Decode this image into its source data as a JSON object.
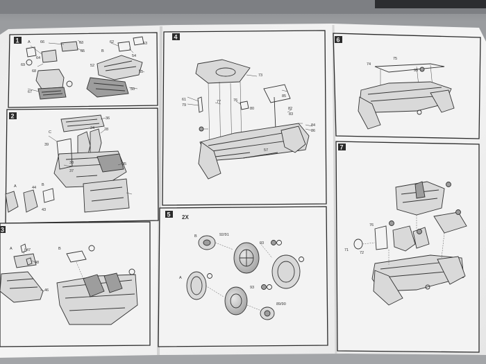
{
  "steps": [
    {
      "number": "1",
      "labels": [
        "A",
        "66",
        "63",
        "65",
        "64",
        "69",
        "68",
        "67",
        "62",
        "B",
        "53",
        "54",
        "52",
        "51",
        "50"
      ]
    },
    {
      "number": "2",
      "labels": [
        "C",
        "36",
        "24",
        "28",
        "39",
        "38",
        "37",
        "35",
        "A",
        "44",
        "B",
        "43"
      ]
    },
    {
      "number": "3",
      "labels": [
        "A",
        "47",
        "48",
        "46",
        "B"
      ]
    },
    {
      "number": "4",
      "labels": [
        "73",
        "61",
        "79",
        "77",
        "76",
        "80",
        "85",
        "82",
        "83",
        "84",
        "86",
        "57"
      ]
    },
    {
      "number": "5",
      "labels": [
        "2X",
        "B",
        "92/91",
        "93",
        "A",
        "89/90"
      ]
    },
    {
      "number": "6",
      "labels": [
        "74",
        "75",
        "95"
      ]
    },
    {
      "number": "7",
      "labels": [
        "76",
        "71",
        "72"
      ]
    }
  ]
}
